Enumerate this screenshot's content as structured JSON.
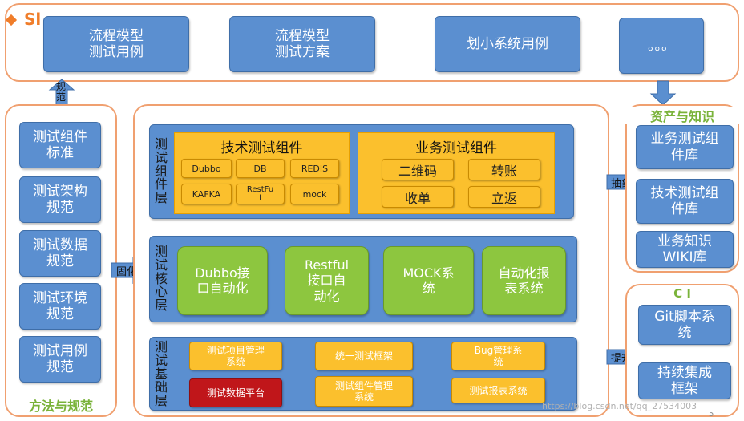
{
  "top": {
    "title_fragment": "Sl",
    "boxes": [
      "流程模型\n测试用例",
      "流程模型\n测试方案",
      "划小系统用例",
      "。。。"
    ]
  },
  "arrows": {
    "up_label": "规\n范",
    "solidify": "固化",
    "abstract": "抽象",
    "promote": "提升"
  },
  "left": {
    "items": [
      "测试组件\n标准",
      "测试架构\n规范",
      "测试数据\n规范",
      "测试环境\n规范",
      "测试用例\n规范"
    ],
    "caption": "方法与规范"
  },
  "center": {
    "component_layer": {
      "title": "测\n试\n组\n件\n层",
      "tech": {
        "title": "技术测试组件",
        "items": [
          "Dubbo",
          "DB",
          "REDIS",
          "KAFKA",
          "RestFu\nl",
          "mock"
        ]
      },
      "business": {
        "title": "业务测试组件",
        "items": [
          "二维码",
          "转账",
          "收单",
          "立返"
        ]
      }
    },
    "core_layer": {
      "title": "测\n试\n核\n心\n层",
      "items": [
        "Dubbo接\n口自动化",
        "Restful\n接口自\n动化",
        "MOCK系\n统",
        "自动化报\n表系统"
      ]
    },
    "base_layer": {
      "title": "测\n试\n基\n础\n层",
      "items": [
        "测试项目管理\n系统",
        "统一测试框架",
        "Bug管理系\n统",
        "测试数据平台",
        "测试组件管理\n系统",
        "测试报表系统"
      ]
    }
  },
  "right": {
    "assets": {
      "caption": "资产与知识",
      "items": [
        "业务测试组\n件库",
        "技术测试组\n件库",
        "业务知识\nWIKI库"
      ]
    },
    "ci": {
      "caption": "C I",
      "items": [
        "Git脚本系\n统",
        "持续集成\n框架"
      ]
    }
  },
  "footer": {
    "watermark": "https://blog.csdn.net/qq_27534003",
    "page_number": "5"
  },
  "colors": {
    "panel_border": "#f0a070",
    "blue": "#5b8fd0",
    "orange": "#fbc02d",
    "green": "#8dc63f",
    "red": "#c0161a",
    "green_text": "#7ab33a"
  }
}
